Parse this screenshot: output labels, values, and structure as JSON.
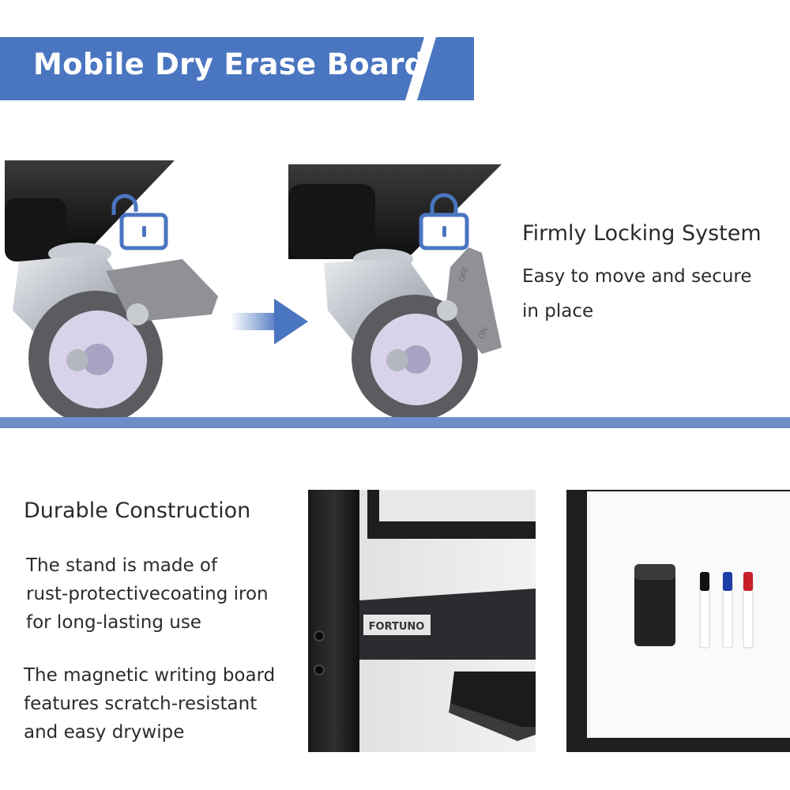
{
  "banner": {
    "title": "Mobile Dry Erase Board",
    "color": "#4a75c0"
  },
  "locking": {
    "title": "Firmly Locking System",
    "desc_line1": "Easy to move and secure",
    "desc_line2": "in place",
    "unlocked_icon": "unlocked-padlock-icon",
    "locked_icon": "locked-padlock-icon",
    "arrow_icon": "arrow-right-icon",
    "brake_off_label": "OFF",
    "brake_on_label": "ON",
    "icon_color": "#4a75c0"
  },
  "durable": {
    "title": "Durable Construction",
    "p1_line1": "The stand is made of",
    "p1_line2": "rust-protectivecoating iron",
    "p1_line3": "for long-lasting use",
    "p2_line1": "The magnetic writing board",
    "p2_line2": "features scratch-resistant",
    "p2_line3": "and easy drywipe"
  },
  "product": {
    "brand_label": "FORTUNO"
  },
  "divider_color": "#6d8fc9"
}
